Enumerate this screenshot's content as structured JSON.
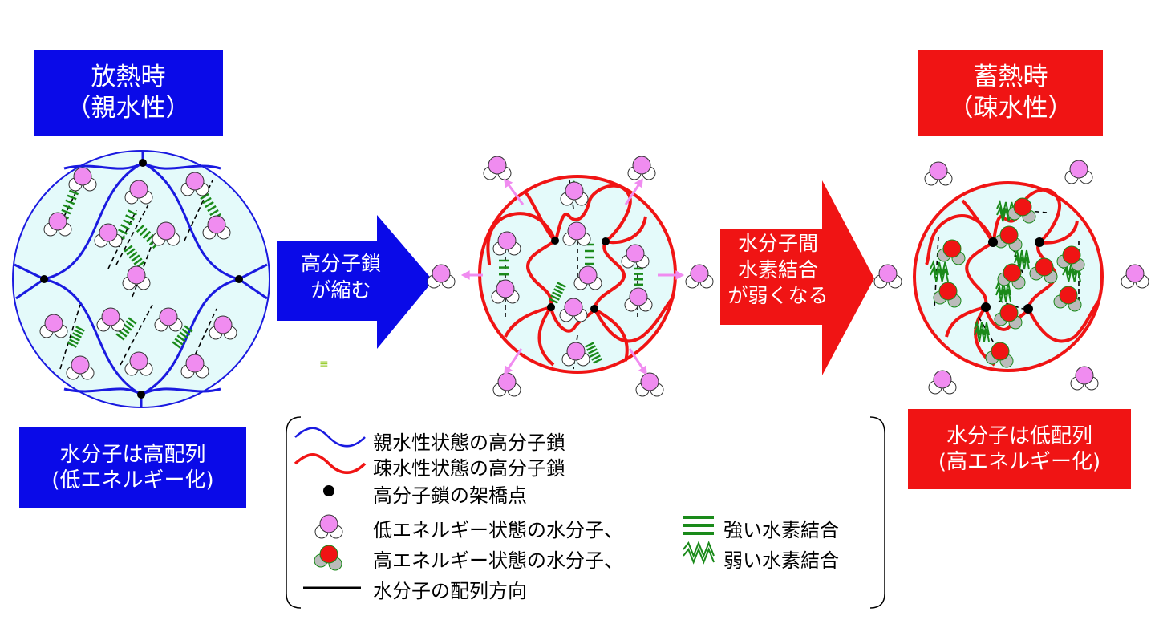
{
  "left_state": {
    "title": "放熱時",
    "subtitle": "（親水性）",
    "caption_line1": "水分子は高配列",
    "caption_line2": "(低エネルギー化)"
  },
  "right_state": {
    "title": "蓄熱時",
    "subtitle": "（疎水性）",
    "caption_line1": "水分子は低配列",
    "caption_line2": "(高エネルギー化)"
  },
  "arrow1": {
    "line1": "高分子鎖",
    "line2": "が縮む"
  },
  "arrow2": {
    "line1": "水分子間",
    "line2": "水素結合",
    "line3": "が弱くなる"
  },
  "legend": {
    "hydrophilic_chain": "親水性状態の高分子鎖",
    "hydrophobic_chain": "疎水性状態の高分子鎖",
    "crosslink": "高分子鎖の架橋点",
    "low_energy_water": "低エネルギー状態の水分子、",
    "high_energy_water": "高エネルギー状態の水分子、",
    "alignment": "水分子の配列方向",
    "strong_bond": "強い水素結合",
    "weak_bond": "弱い水素結合"
  },
  "colors": {
    "blue": "#0a0ae8",
    "red": "#f01414",
    "pink": "#f08cf0",
    "green": "#1a8a1a",
    "cyan_fill": "#e4fafa"
  }
}
